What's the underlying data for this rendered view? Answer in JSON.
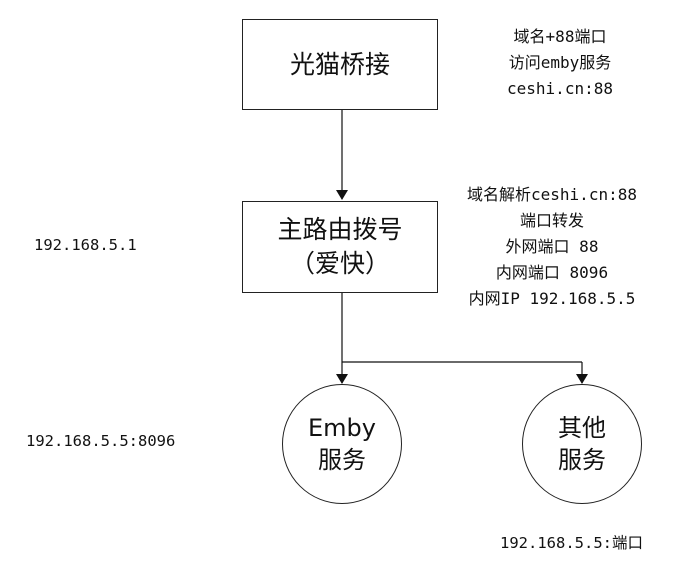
{
  "diagram": {
    "nodes": {
      "modem": {
        "lines": [
          "光猫桥接"
        ]
      },
      "router": {
        "lines": [
          "主路由拨号",
          "（爱快）"
        ]
      },
      "emby": {
        "lines": [
          "Emby",
          "服务"
        ]
      },
      "other": {
        "lines": [
          "其他",
          "服务"
        ]
      }
    },
    "notes": {
      "access": [
        "域名+88端口",
        "访问emby服务",
        "ceshi.cn:88"
      ],
      "forward": [
        "域名解析ceshi.cn:88",
        "端口转发",
        "外网端口 88",
        "内网端口 8096",
        "内网IP 192.168.5.5"
      ]
    },
    "labels": {
      "router_ip": "192.168.5.1",
      "emby_addr": "192.168.5.5:8096",
      "other_addr": "192.168.5.5:端口"
    },
    "edges": [
      {
        "from": "modem",
        "to": "router"
      },
      {
        "from": "router",
        "to": "emby"
      },
      {
        "from": "router",
        "to": "other"
      }
    ]
  }
}
